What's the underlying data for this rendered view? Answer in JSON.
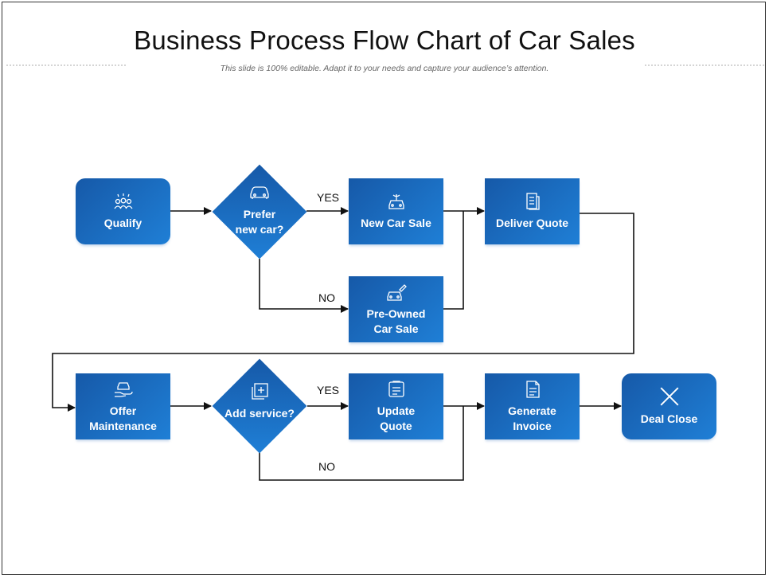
{
  "header": {
    "title": "Business Process Flow Chart of Car Sales",
    "subtitle": "This slide is 100% editable. Adapt it to your needs and capture your audience’s attention."
  },
  "nodes": {
    "qualify": {
      "label": "Qualify",
      "icon": "people-icon"
    },
    "prefer_new_car": {
      "label": "Prefer\nnew car?",
      "icon": "car-icon"
    },
    "new_car_sale": {
      "label": "New Car Sale",
      "icon": "gift-car-icon"
    },
    "deliver_quote": {
      "label": "Deliver Quote",
      "icon": "document-icon"
    },
    "pre_owned_car_sale": {
      "label": "Pre-Owned\nCar Sale",
      "icon": "car-tag-icon"
    },
    "offer_maintenance": {
      "label": "Offer\nMaintenance",
      "icon": "hand-car-icon"
    },
    "add_service": {
      "label": "Add service?",
      "icon": "add-square-icon"
    },
    "update_quote": {
      "label": "Update\nQuote",
      "icon": "clipboard-icon"
    },
    "generate_invoice": {
      "label": "Generate\nInvoice",
      "icon": "invoice-icon"
    },
    "deal_close": {
      "label": "Deal Close",
      "icon": "close-icon"
    }
  },
  "edge_labels": {
    "prefer_yes": "YES",
    "prefer_no": "NO",
    "service_yes": "YES",
    "service_no": "NO"
  },
  "colors": {
    "node_dark": "#1659a8",
    "node_light": "#1f7fd6",
    "connector": "#111111"
  }
}
